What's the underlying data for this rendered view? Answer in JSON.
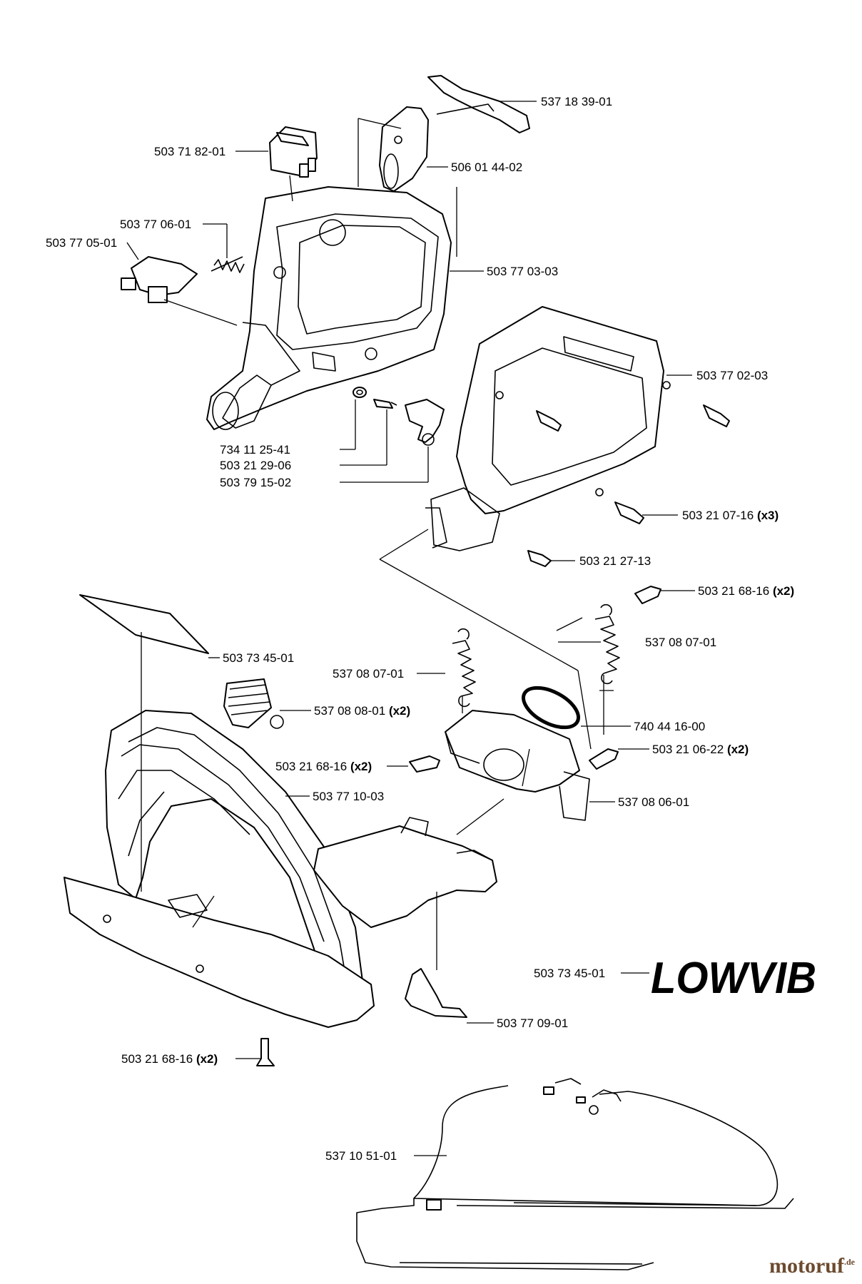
{
  "diagram": {
    "parts": [
      {
        "id": "p1",
        "number": "537 18 39-01",
        "qty": ""
      },
      {
        "id": "p2",
        "number": "503 71 82-01",
        "qty": ""
      },
      {
        "id": "p3",
        "number": "506 01 44-02",
        "qty": ""
      },
      {
        "id": "p4",
        "number": "503 77 06-01",
        "qty": ""
      },
      {
        "id": "p5",
        "number": "503 77 05-01",
        "qty": ""
      },
      {
        "id": "p6",
        "number": "503 77 03-03",
        "qty": ""
      },
      {
        "id": "p7",
        "number": "503 77 02-03",
        "qty": ""
      },
      {
        "id": "p8",
        "number": "734 11 25-41",
        "qty": ""
      },
      {
        "id": "p9",
        "number": "503 21 29-06",
        "qty": ""
      },
      {
        "id": "p10",
        "number": "503 79 15-02",
        "qty": ""
      },
      {
        "id": "p11",
        "number": "503 21 07-16",
        "qty": "(x3)"
      },
      {
        "id": "p12",
        "number": "503  21 27-13",
        "qty": ""
      },
      {
        "id": "p13",
        "number": "503 21 68-16",
        "qty": "(x2)"
      },
      {
        "id": "p14",
        "number": "503 73 45-01",
        "qty": ""
      },
      {
        "id": "p15",
        "number": "537 08 07-01",
        "qty": ""
      },
      {
        "id": "p16",
        "number": "537 08 07-01",
        "qty": ""
      },
      {
        "id": "p17",
        "number": "537 08 08-01",
        "qty": "(x2)"
      },
      {
        "id": "p18",
        "number": "740 44 16-00",
        "qty": ""
      },
      {
        "id": "p19",
        "number": "503 21 68-16",
        "qty": "(x2)"
      },
      {
        "id": "p20",
        "number": "503 21 06-22",
        "qty": "(x2)"
      },
      {
        "id": "p21",
        "number": "503 77 10-03",
        "qty": ""
      },
      {
        "id": "p22",
        "number": "537 08 06-01",
        "qty": ""
      },
      {
        "id": "p23",
        "number": "503 73 45-01",
        "qty": ""
      },
      {
        "id": "p24",
        "number": "503 77 09-01",
        "qty": ""
      },
      {
        "id": "p25",
        "number": "503 21 68-16",
        "qty": "(x2)"
      },
      {
        "id": "p26",
        "number": "537 10 51-01",
        "qty": ""
      }
    ],
    "decal_text": "LOWVIB",
    "watermark": "motoruf",
    "watermark_suffix": ".de"
  }
}
